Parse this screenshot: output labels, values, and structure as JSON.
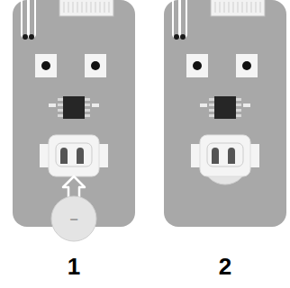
{
  "diagram": {
    "labels": [
      "1",
      "2",
      "−"
    ]
  }
}
